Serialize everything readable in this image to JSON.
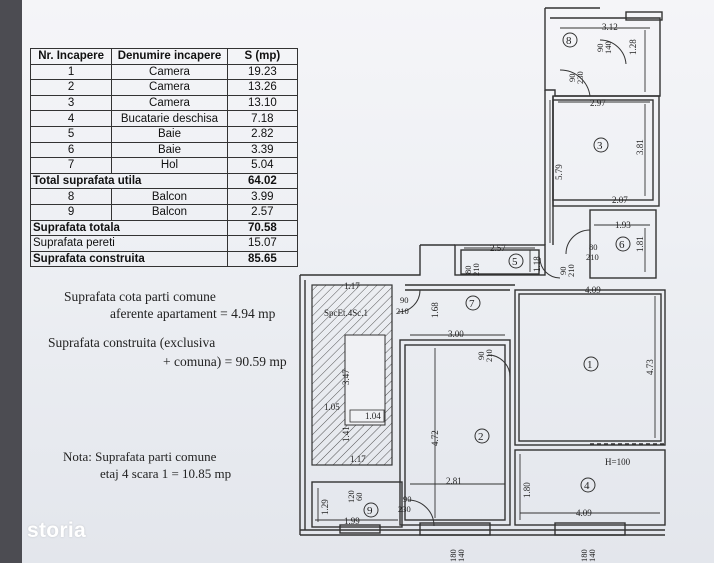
{
  "table": {
    "headers": [
      "Nr. Incapere",
      "Denumire incapere",
      "S (mp)"
    ],
    "rooms": [
      {
        "nr": "1",
        "name": "Camera",
        "s": "19.23"
      },
      {
        "nr": "2",
        "name": "Camera",
        "s": "13.26"
      },
      {
        "nr": "3",
        "name": "Camera",
        "s": "13.10"
      },
      {
        "nr": "4",
        "name": "Bucatarie deschisa",
        "s": "7.18"
      },
      {
        "nr": "5",
        "name": "Baie",
        "s": "2.82"
      },
      {
        "nr": "6",
        "name": "Baie",
        "s": "3.39"
      },
      {
        "nr": "7",
        "name": "Hol",
        "s": "5.04"
      }
    ],
    "total_util": {
      "label": "Total suprafata utila",
      "s": "64.02"
    },
    "balconies": [
      {
        "nr": "8",
        "name": "Balcon",
        "s": "3.99"
      },
      {
        "nr": "9",
        "name": "Balcon",
        "s": "2.57"
      }
    ],
    "total": {
      "label": "Suprafata totala",
      "s": "70.58"
    },
    "walls": {
      "label": "Suprafata pereti",
      "s": "15.07"
    },
    "built": {
      "label": "Suprafata construita",
      "s": "85.65"
    }
  },
  "notes": {
    "common_line1": "Suprafata cota parti comune",
    "common_line2": "aferente apartament = 4.94 mp",
    "built_line1": "Suprafata construita (exclusiva",
    "built_line2": "+ comuna) = 90.59 mp",
    "stair_line1": "Nota: Suprafata parti comune",
    "stair_line2": "etaj 4 scara 1 = 10.85 mp"
  },
  "watermark": "storia",
  "plan": {
    "dims": {
      "d312": "3.12",
      "d128": "1.28",
      "d297": "2.97",
      "d381": "3.81",
      "d579": "5.79",
      "d207": "2.07",
      "d193": "1.93",
      "d181": "1.81",
      "d257": "2.57",
      "d118": "1.18",
      "d409a": "4.09",
      "d168": "1.68",
      "d300": "3.00",
      "d473": "4.73",
      "d472": "4.72",
      "d281": "2.81",
      "d180": "1.80",
      "d409b": "4.09",
      "d129": "1.29",
      "d199": "1.99",
      "d117": "1.17",
      "d347": "3.47",
      "d105": "1.05",
      "d104": "1.04",
      "d141": "1.41",
      "d117b": "1.17",
      "h100": "H=100"
    },
    "doors": {
      "d8a": "90",
      "d8b": "140",
      "d3a": "90",
      "d3b": "230",
      "d6a": "80",
      "d6b": "210",
      "d5a": "80",
      "d5b": "210",
      "d5c": "90",
      "d5d": "210",
      "d7a": "90",
      "d7b": "210",
      "d2a": "90",
      "d2b": "210",
      "d9a": "90",
      "d9b": "230",
      "d9c": "120",
      "d9d": "60",
      "w1a": "180",
      "w1b": "140",
      "w2a": "180",
      "w2b": "140"
    },
    "rooms": [
      "1",
      "2",
      "3",
      "4",
      "5",
      "6",
      "7",
      "8",
      "9"
    ],
    "stair_label": "SpcEt.4Sc.1"
  }
}
